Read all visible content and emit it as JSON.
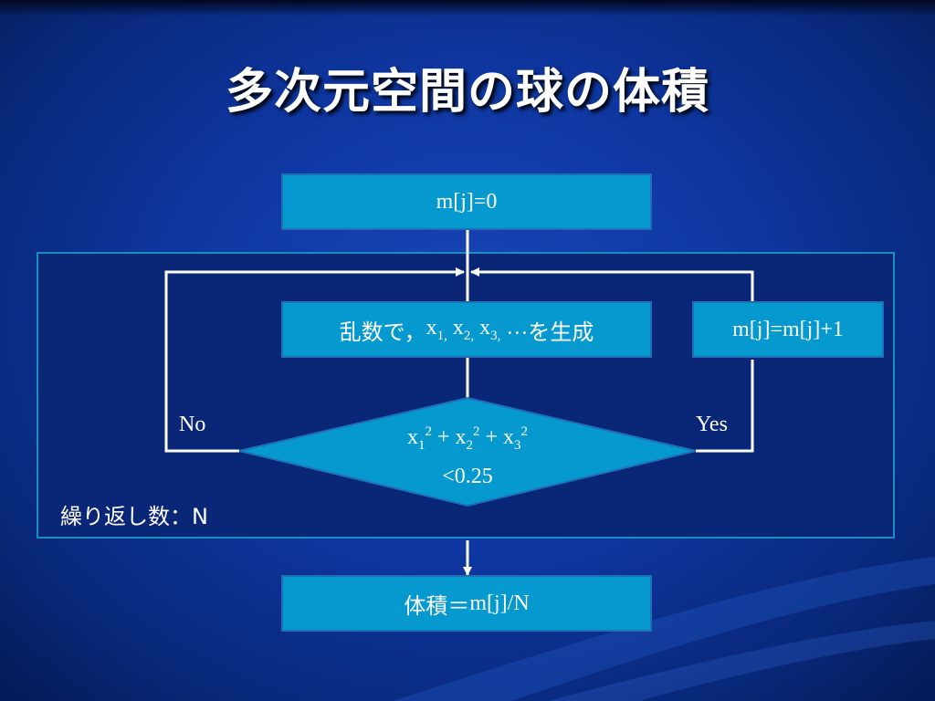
{
  "title": "多次元空間の球の体積",
  "init_box": "m[j]=0",
  "generate_box": {
    "prefix": "乱数で，",
    "x": "x",
    "sub1": "1,",
    "sub2": "2,",
    "sub3": "3,",
    "ellipsis": "…",
    "suffix": "を生成"
  },
  "increment_box": "m[j]=m[j]+1",
  "condition": {
    "x": "x",
    "sub1": "1",
    "sub2": "2",
    "sub3": "3",
    "sup": "2",
    "plus": "+",
    "threshold": "<0.25"
  },
  "no_label": "No",
  "yes_label": "Yes",
  "loop_label": "繰り返し数：N",
  "result_box": {
    "prefix": "体積＝",
    "formula": "m[j]/N"
  },
  "colors": {
    "box_fill": "#0599cf",
    "loop_region": "#0a2676",
    "arrow": "#ffffff"
  }
}
